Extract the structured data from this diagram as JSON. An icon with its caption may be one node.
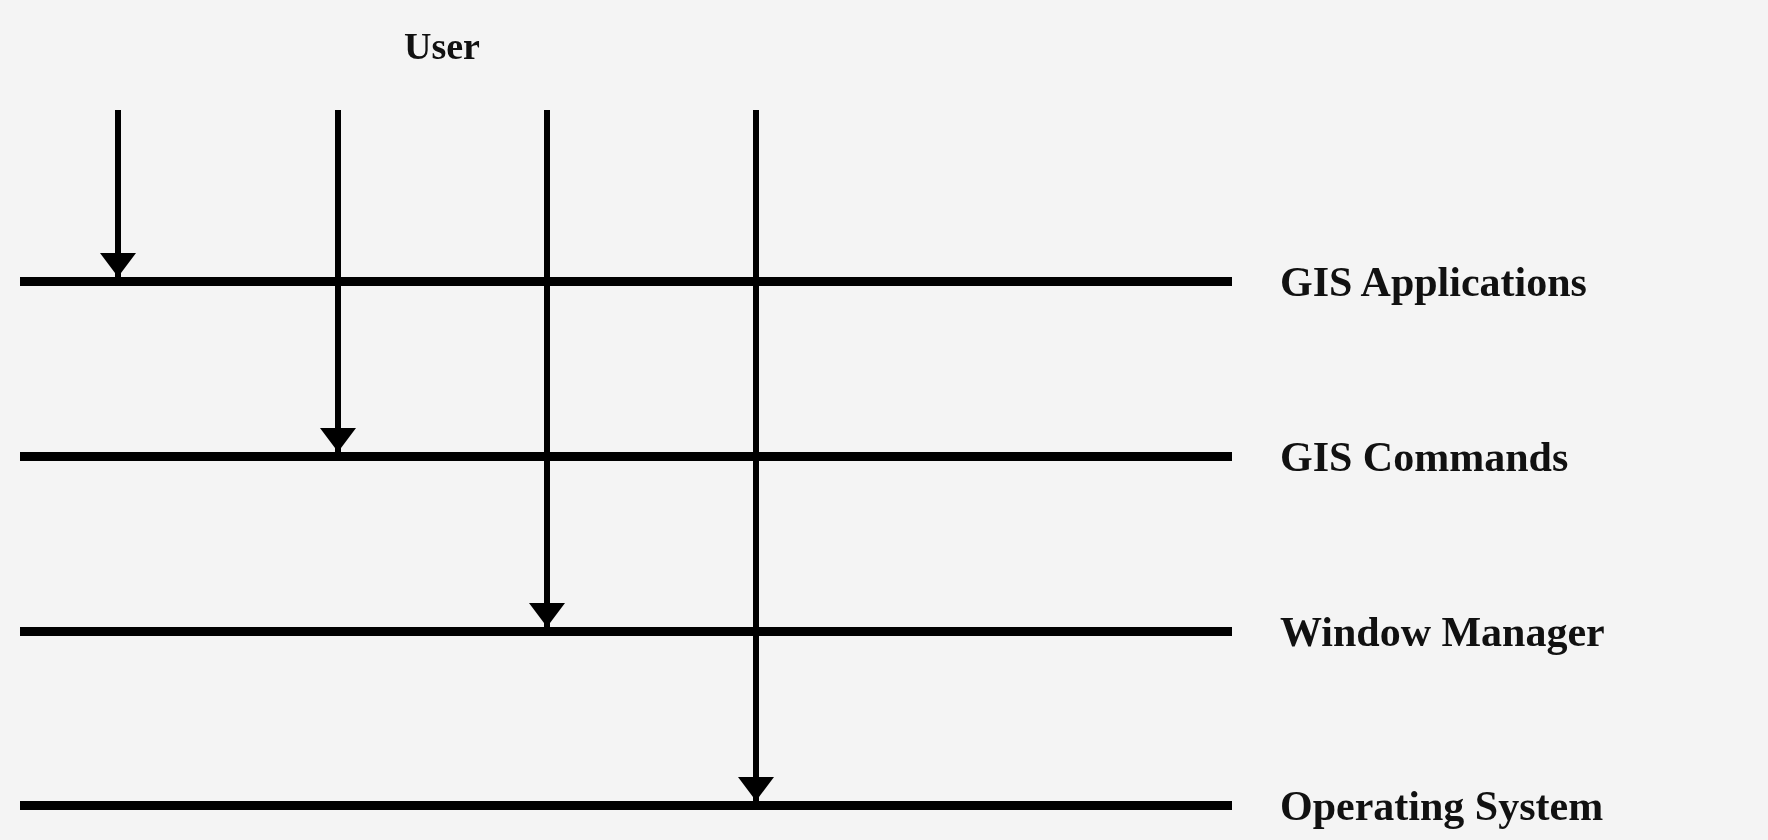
{
  "diagram": {
    "nodes": [
      {
        "text": [
          "GIS Applications"
        ]
      },
      {
        "text": [
          "GIS Commands"
        ]
      },
      {
        "text": [
          "Window Manager"
        ]
      },
      {
        "text": [
          "Operating System"
        ]
      }
    ],
    "edges": [
      {
        "from": null,
        "to": 0,
        "arrow": "to"
      },
      {
        "from": null,
        "to": 1,
        "arrow": "to"
      },
      {
        "from": null,
        "to": 2,
        "arrow": "to"
      },
      {
        "from": null,
        "to": 3,
        "arrow": "to"
      }
    ],
    "labels": [
      "User"
    ]
  }
}
